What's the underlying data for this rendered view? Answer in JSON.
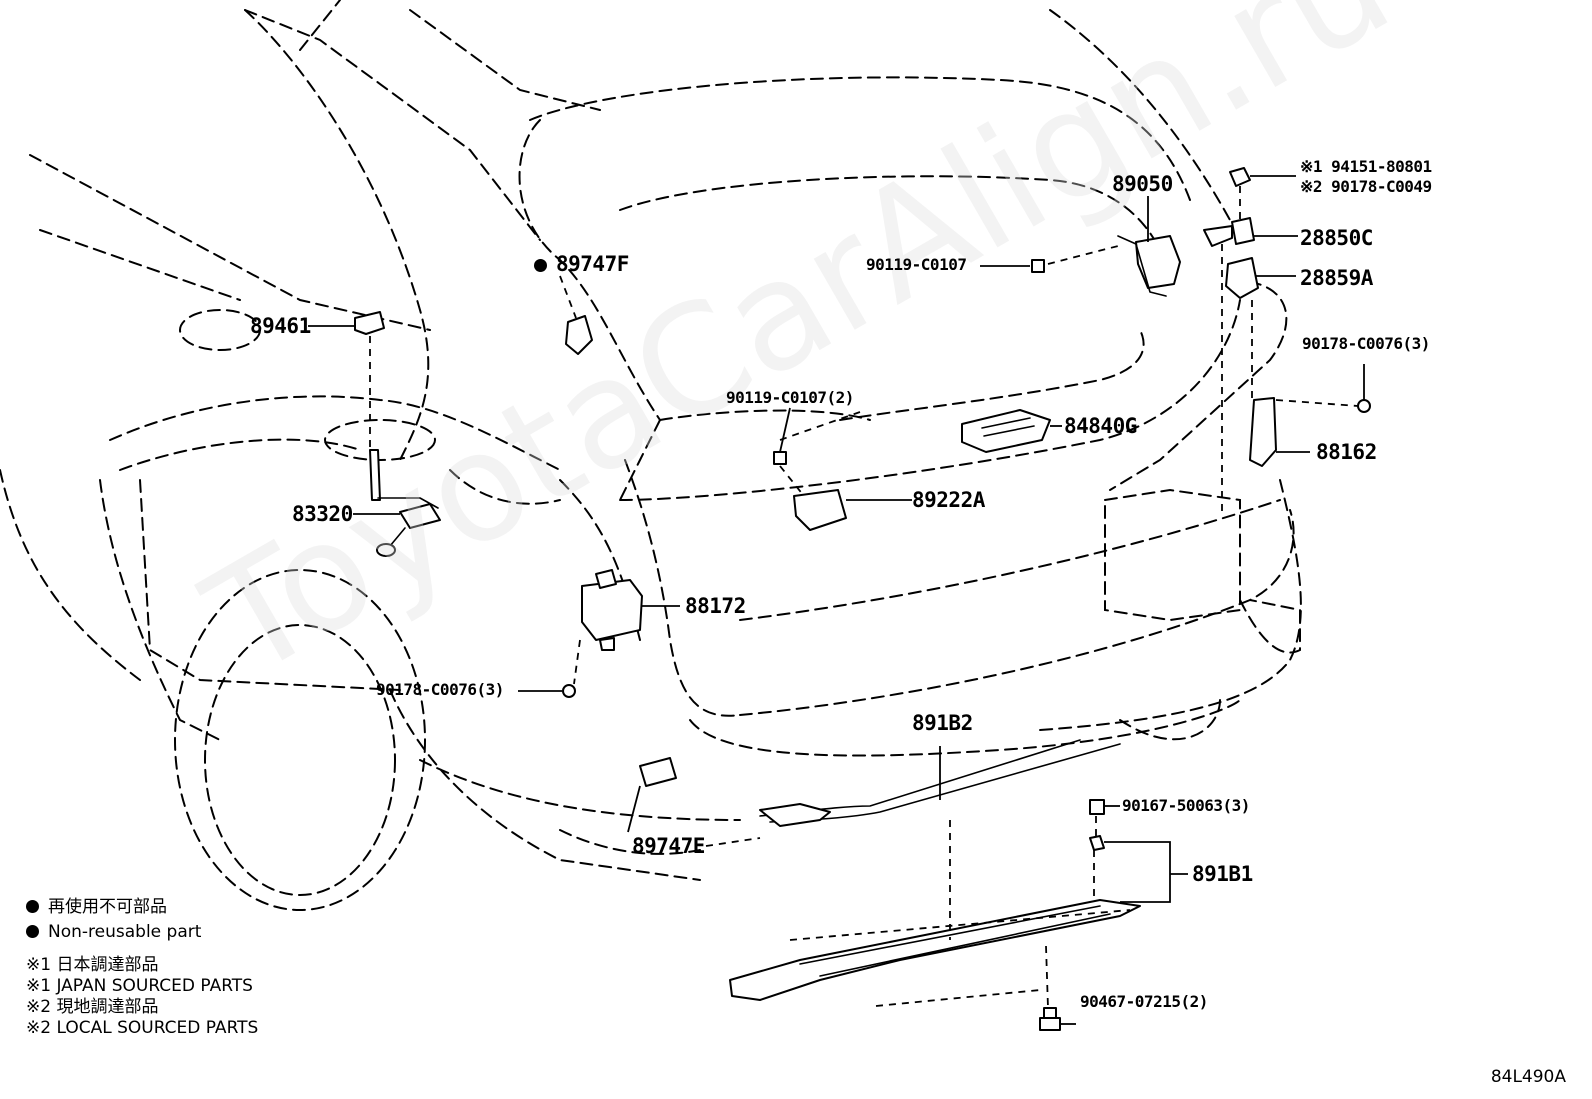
{
  "watermark": "ToyotaCarAlign.ru",
  "diagram_id": "84L490A",
  "labels": {
    "p_89461": "89461",
    "p_89747F": "89747F",
    "p_83320": "83320",
    "p_88172": "88172",
    "p_90178_lower": "90178-C0076(3)",
    "p_89747E": "89747E",
    "p_89050": "89050",
    "p_90119_single": "90119-C0107",
    "p_90119_double": "90119-C0107(2)",
    "p_84840G": "84840G",
    "p_89222A": "89222A",
    "p_94151": "※1 94151-80801",
    "p_90178_C0049": "※2 90178-C0049",
    "p_28850C": "28850C",
    "p_28859A": "28859A",
    "p_90178_upper": "90178-C0076(3)",
    "p_88162": "88162",
    "p_891B2": "891B2",
    "p_90167": "90167-50063(3)",
    "p_891B1": "891B1",
    "p_90467": "90467-07215(2)"
  },
  "legend": {
    "non_reusable_jp": "再使用不可部品",
    "non_reusable_en": "Non-reusable part",
    "jp_sourced_jp": "※1 日本調達部品",
    "jp_sourced_en": "※1 JAPAN SOURCED PARTS",
    "local_sourced_jp": "※2 現地調達部品",
    "local_sourced_en": "※2 LOCAL SOURCED PARTS"
  }
}
